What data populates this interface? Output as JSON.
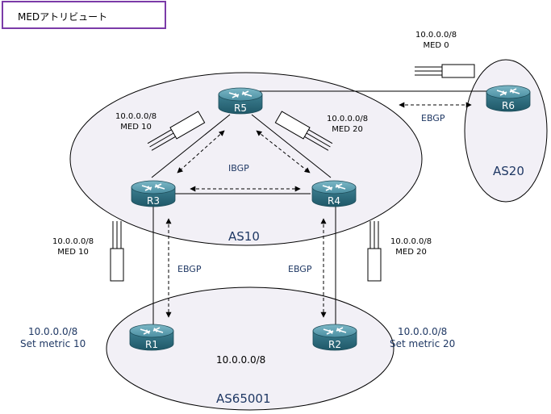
{
  "title": "MEDアトリビュート",
  "areas": {
    "as10": "AS10",
    "as20": "AS20",
    "as65001": "AS65001"
  },
  "routers": {
    "r1": "R1",
    "r2": "R2",
    "r3": "R3",
    "r4": "R4",
    "r5": "R5",
    "r6": "R6"
  },
  "links": {
    "r5_r6": "EBGP",
    "ibgp": "IBGP",
    "r1_r3": "EBGP",
    "r2_r4": "EBGP"
  },
  "updates": {
    "r6_to_r5": {
      "prefix": "10.0.0.0/8",
      "med": "MED 0"
    },
    "r3_to_r5": {
      "prefix": "10.0.0.0/8",
      "med": "MED 10"
    },
    "r4_to_r5": {
      "prefix": "10.0.0.0/8",
      "med": "MED 20"
    },
    "r1_to_r3": {
      "prefix": "10.0.0.0/8",
      "med": "MED 10"
    },
    "r2_to_r4": {
      "prefix": "10.0.0.0/8",
      "med": "MED 20"
    }
  },
  "config": {
    "r1": {
      "prefix": "10.0.0.0/8",
      "metric": "Set metric 10"
    },
    "r2": {
      "prefix": "10.0.0.0/8",
      "metric": "Set metric 20"
    }
  },
  "network": "10.0.0.0/8",
  "colors": {
    "title_border": "#7b3ba8",
    "label_blue": "#1f3864",
    "area_fill": "#f2f0f6",
    "router_body": "#2e6f80"
  }
}
